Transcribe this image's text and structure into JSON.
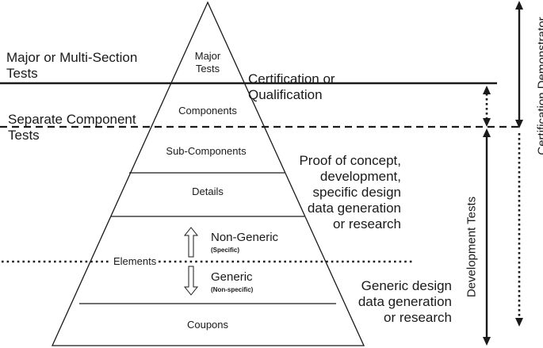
{
  "pyramid": {
    "levels": {
      "major_tests": "Major\nTests",
      "components": "Components",
      "sub_components": "Sub-Components",
      "details": "Details",
      "elements": "Elements",
      "coupons": "Coupons"
    },
    "non_generic": "Non-Generic",
    "non_generic_sub": "(Specific)",
    "generic": "Generic",
    "generic_sub": "(Non-specific)"
  },
  "left_labels": {
    "major": "Major or Multi-Section\nTests",
    "separate": "Separate Component\nTests"
  },
  "right_labels": {
    "certification": "Certification or\nQualification",
    "proof": "Proof of concept,\ndevelopment,\nspecific design\ndata generation\nor research",
    "generic_design": "Generic design\ndata generation\nor research"
  },
  "axis_labels": {
    "certification_demonstrator": "Certification Demonstrator",
    "development_tests": "Development Tests"
  },
  "colors": {
    "line": "#1a1a1a",
    "background": "#ffffff"
  }
}
